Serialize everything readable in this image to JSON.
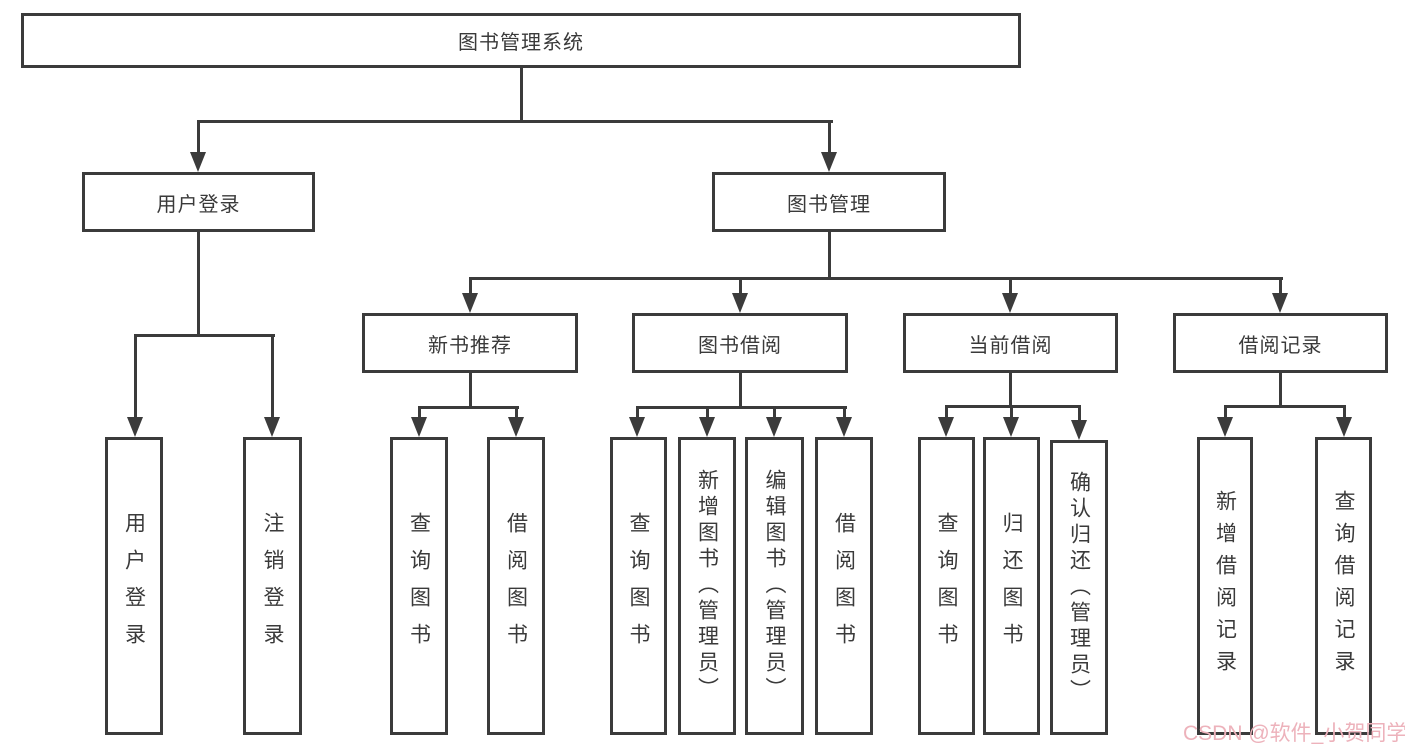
{
  "nodes": {
    "root": "图书管理系统",
    "user_login": "用户登录",
    "book_mgmt": "图书管理",
    "new_books": "新书推荐",
    "book_borrow": "图书借阅",
    "current_borrow": "当前借阅",
    "borrow_records": "借阅记录",
    "leaf_user_login": "用户登录",
    "leaf_logout": "注销登录",
    "leaf_nb_query": "查询图书",
    "leaf_nb_borrow": "借阅图书",
    "leaf_bb_query": "查询图书",
    "leaf_bb_add": "新增图书（管理员）",
    "leaf_bb_edit": "编辑图书（管理员）",
    "leaf_bb_borrow": "借阅图书",
    "leaf_cb_query": "查询图书",
    "leaf_cb_return": "归还图书",
    "leaf_cb_confirm": "确认归还（管理员）",
    "leaf_br_add": "新增借阅记录",
    "leaf_br_query": "查询借阅记录"
  },
  "watermark": "CSDN @软件_小贺同学",
  "colors": {
    "line": "#3b3b3b",
    "text": "#3a3a3a",
    "watermark": "#edb2bb",
    "background": "#ffffff"
  }
}
